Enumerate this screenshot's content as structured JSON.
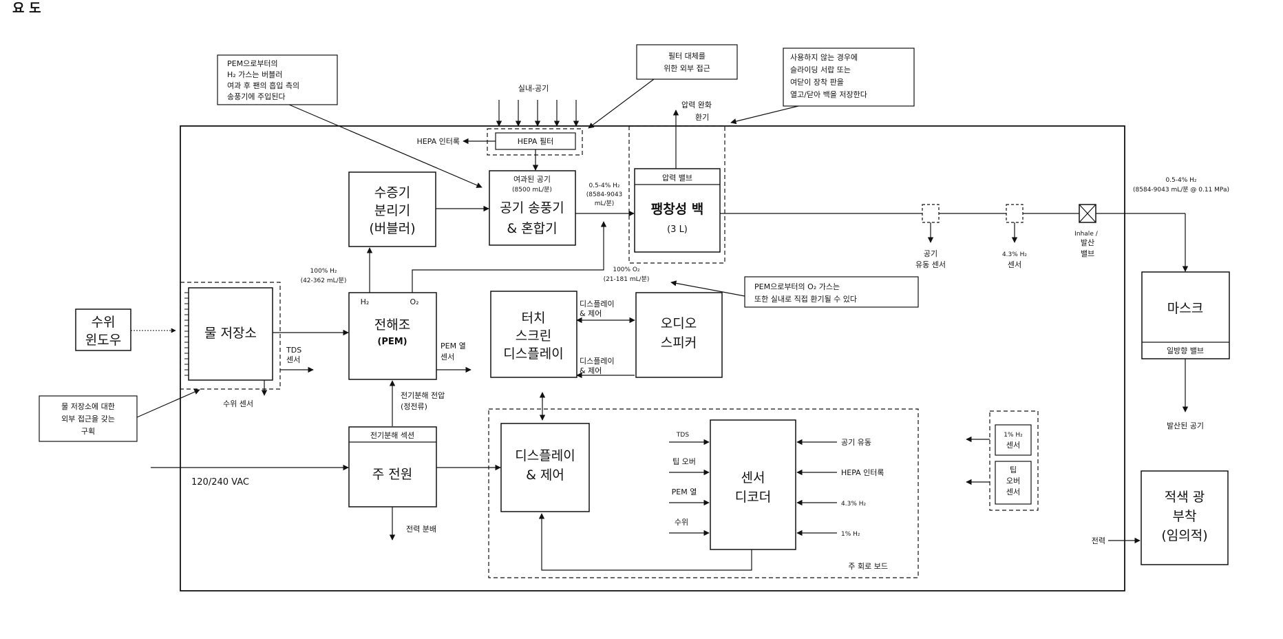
{
  "header_text": "요 도",
  "callouts": {
    "pem_h2": [
      "PEM으로부터의",
      "H₂ 가스는 버블러",
      "여과 후 팬의 흡입 측의",
      "송풍기에 주입된다"
    ],
    "filter_access": [
      "필터 대체를",
      "위한 외부 접근"
    ],
    "idle_release": [
      "사용하지 않는 경우에",
      "슬라이딩 서랍 또는",
      "여닫이 장착 판을",
      "열고/닫아 백을 저장한다"
    ],
    "pem_o2": [
      "PEM으로부터의 O₂ 가스는",
      "또한 실내로 직접 환기될 수 있다"
    ],
    "tank_access": [
      "물 저장소에 대한",
      "외부 접근을 갖는",
      "구획"
    ]
  },
  "blocks": {
    "water_window": [
      "수위",
      "윈도우"
    ],
    "water_tank": "물 저장소",
    "separator": [
      "수증기",
      "분리기",
      "(버블러)"
    ],
    "electrolyzer": [
      "전해조",
      "(PEM)"
    ],
    "power_section_label": "전기분해 섹션",
    "main_power": "주 전원",
    "hepa_filter": "HEPA 필터",
    "blower_label": "여과된 공기",
    "blower_rate": "(8500 mL/분)",
    "blower": [
      "공기 송풍기",
      "& 혼합기"
    ],
    "pressure_valve": "압력 밸브",
    "bag": [
      "팽창성 백",
      "(3 L)"
    ],
    "touch_display": [
      "터치",
      "스크린",
      "디스플레이"
    ],
    "audio": [
      "오디오",
      "스피커"
    ],
    "display_ctrl": [
      "디스플레이",
      "& 제어"
    ],
    "decoder": [
      "센서",
      "디코더"
    ],
    "mask": "마스크",
    "oneway_valve": "일방향 밸브",
    "red_light": [
      "적색 광",
      "부착",
      "(임의적)"
    ],
    "sensor_1pct": [
      "1% H₂",
      "센서"
    ],
    "tipover_sensor": [
      "팁",
      "오버",
      "센서"
    ]
  },
  "labels": {
    "indoor_air": "실내-공기",
    "hepa_interlock": "HEPA 인터록",
    "pressure_relief": [
      "압력 완화",
      "환기"
    ],
    "h2_mix_left": [
      "0.5-4% H₂",
      "(8584-9043",
      "mL/분)"
    ],
    "h2_mix_right": [
      "0.5-4% H₂",
      "(8584-9043 mL/분 @ 0.11 MPa)"
    ],
    "airflow_sensor": [
      "공기",
      "유동 센서"
    ],
    "sensor_43": [
      "4.3% H₂",
      "센서"
    ],
    "inhale_small": "Inhale /",
    "inhale_valve": [
      "발산",
      "밸브"
    ],
    "exhaled_air": "발산된 공기",
    "h2_100": [
      "100% H₂",
      "(42-362 mL/분)"
    ],
    "o2_100": [
      "100% O₂",
      "(21-181 mL/분)"
    ],
    "h2_port": "H₂",
    "o2_port": "O₂",
    "tds_sensor": [
      "TDS",
      "센서"
    ],
    "level_sensor": "수위 센서",
    "pem_heat": [
      "PEM 열",
      "센서"
    ],
    "disp_ctrl_a": [
      "디스플레이",
      "& 제어"
    ],
    "disp_ctrl_b": [
      "디스플레이",
      "& 제어"
    ],
    "electrolysis_v": [
      "전기분해 전압",
      "(정전류)"
    ],
    "vac": "120/240 VAC",
    "power_dist": "전력 분배",
    "dec_tds": "TDS",
    "dec_tip": "팁 오버",
    "dec_pem": "PEM 열",
    "dec_level": "수위",
    "dec_airflow": "공기 유동",
    "dec_hepa": "HEPA 인터록",
    "dec_43": "4.3% H₂",
    "dec_1": "1% H₂",
    "main_board": "주 회로 보드",
    "power": "전력"
  }
}
